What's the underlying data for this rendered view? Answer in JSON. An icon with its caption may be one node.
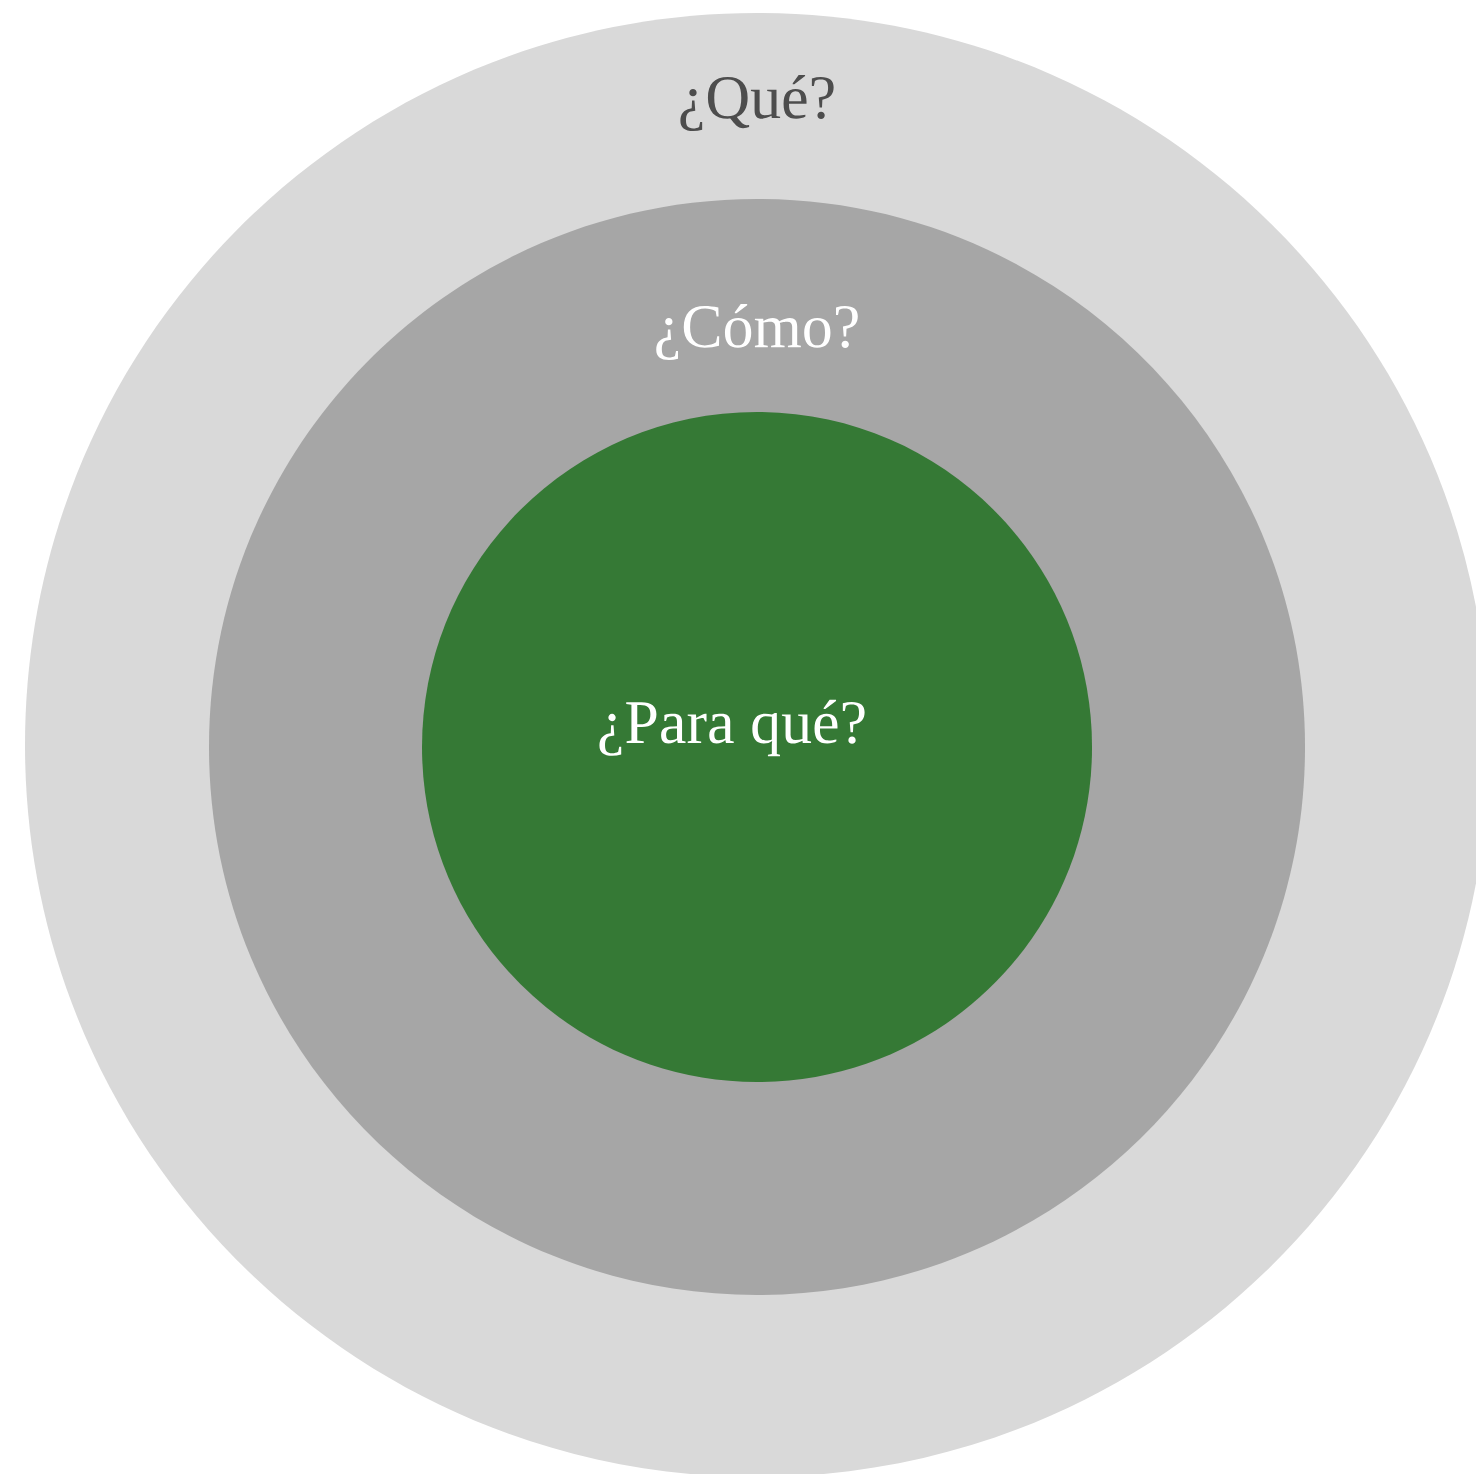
{
  "diagram": {
    "nodes": [
      {
        "text": [
          "¿Qué?"
        ]
      },
      {
        "text": [
          "¿Cómo?"
        ],
        "in": 0
      },
      {
        "text": [
          "¿Para qué?"
        ],
        "in": 1
      }
    ]
  }
}
